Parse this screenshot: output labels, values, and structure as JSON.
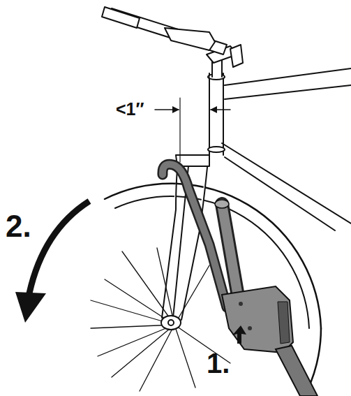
{
  "diagram": {
    "labels": [
      "<1″",
      "2.",
      "1."
    ]
  }
}
